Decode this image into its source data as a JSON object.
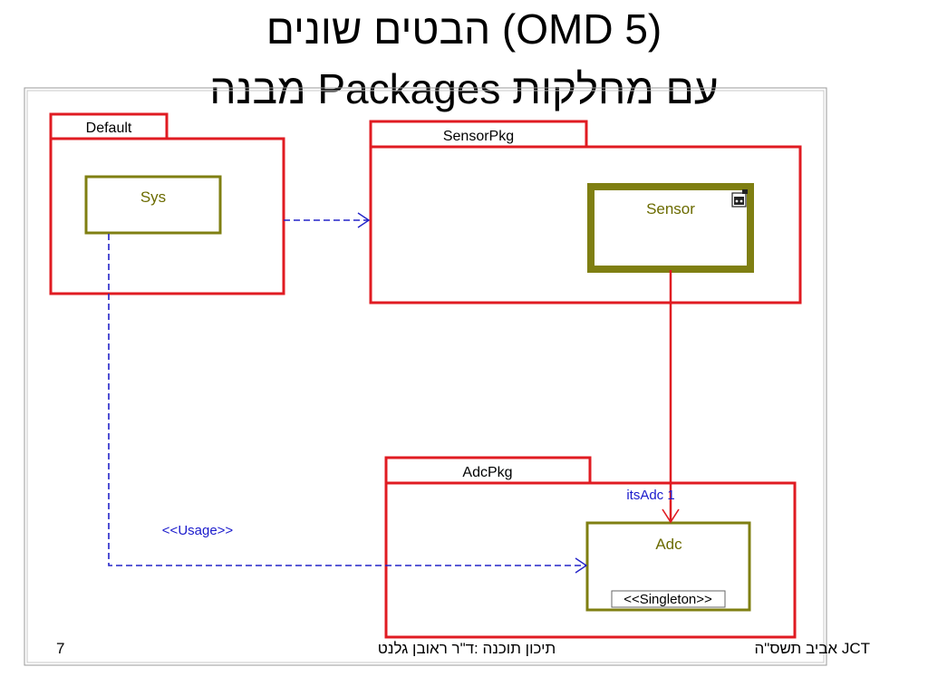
{
  "slide": {
    "title_line1": "הבטים שונים (OMD 5)",
    "title_line2": "מבנה Packages עם מחלקות",
    "footer_page": "7",
    "footer_center": "תיכון תוכנה :ד\"ר ראובן גלנט",
    "footer_right": "אביב תשס\"ה JCT"
  },
  "diagram": {
    "packages": [
      {
        "id": "default",
        "label": "Default"
      },
      {
        "id": "sensor_pkg",
        "label": "SensorPkg"
      },
      {
        "id": "adc_pkg",
        "label": "AdcPkg"
      }
    ],
    "classes": [
      {
        "id": "sys",
        "label": "Sys",
        "package": "default"
      },
      {
        "id": "sensor",
        "label": "Sensor",
        "package": "sensor_pkg",
        "active": true
      },
      {
        "id": "adc",
        "label": "Adc",
        "package": "adc_pkg",
        "stereotype": "<<Singleton>>"
      }
    ],
    "relations": [
      {
        "from": "default",
        "to": "sensor_pkg",
        "kind": "dependency",
        "label": ""
      },
      {
        "from": "sys",
        "to": "adc",
        "kind": "dependency",
        "label": "<<Usage>>"
      },
      {
        "from": "sensor",
        "to": "adc",
        "kind": "association",
        "label": "itsAdc 1"
      }
    ],
    "colors": {
      "package_border": "#e01b22",
      "class_border": "#7f7f12",
      "class_text": "#6b6b00",
      "dependency": "#2323c8",
      "association": "#e01b22",
      "label_text": "#1a1acc"
    }
  }
}
